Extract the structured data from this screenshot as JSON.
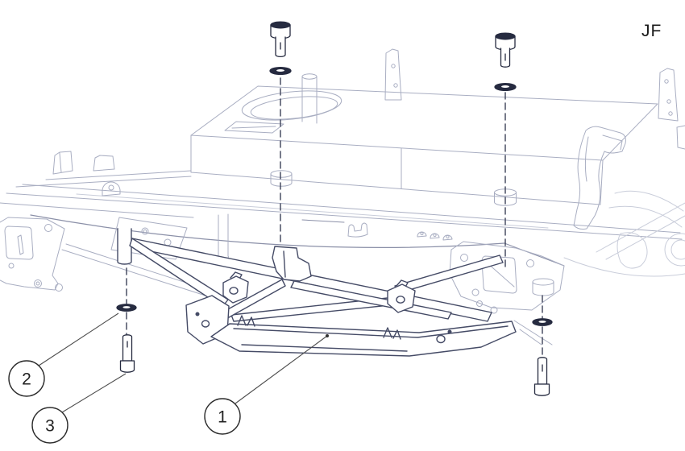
{
  "page": {
    "width": "850",
    "height": "560",
    "background": "#ffffff"
  },
  "drawing": {
    "author_initials": "JF",
    "callouts": [
      {
        "number": "1"
      },
      {
        "number": "2"
      },
      {
        "number": "3"
      }
    ],
    "colors": {
      "chassis_line": "#a9aec2",
      "chassis_faint": "#c9cdda",
      "chassis_medium": "#8b90a8",
      "part_line": "#454b66",
      "hardware_line": "#262b40",
      "dash_line": "#3c4158",
      "leader_line": "#4d4d4d",
      "callout_stroke": "#2b2b2b",
      "text": "#1a1a1a"
    }
  }
}
